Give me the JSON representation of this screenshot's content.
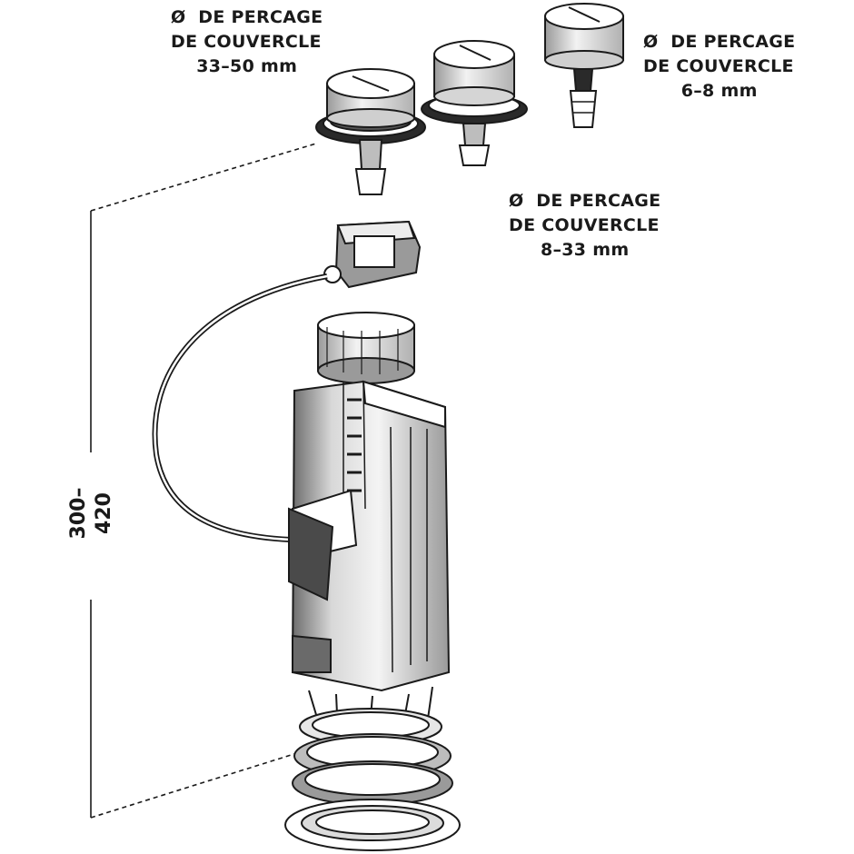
{
  "labels": {
    "top_left": {
      "symbol": "Ø",
      "line1": "DE PERCAGE",
      "line2": "DE COUVERCLE",
      "line3": "33–50 mm"
    },
    "top_right": {
      "symbol": "Ø",
      "line1": "DE PERCAGE",
      "line2": "DE COUVERCLE",
      "line3": "6–8 mm"
    },
    "middle": {
      "symbol": "Ø",
      "line1": "DE PERCAGE",
      "line2": "DE COUVERCLE",
      "line3": "8–33 mm"
    }
  },
  "dimension": {
    "label": "300–420"
  },
  "parts": {
    "button_large": "push-button-33-50",
    "button_medium": "push-button-8-33",
    "button_small": "push-button-6-8",
    "cable_head": "cable-connector",
    "cable": "bowden-cable",
    "valve_body": "flush-valve-body",
    "base_seal": "base-seal-ring"
  },
  "colors": {
    "ink": "#1a1a1a",
    "paper": "#ffffff",
    "shade": "#8a8a8a",
    "light": "#d0d0d0"
  }
}
